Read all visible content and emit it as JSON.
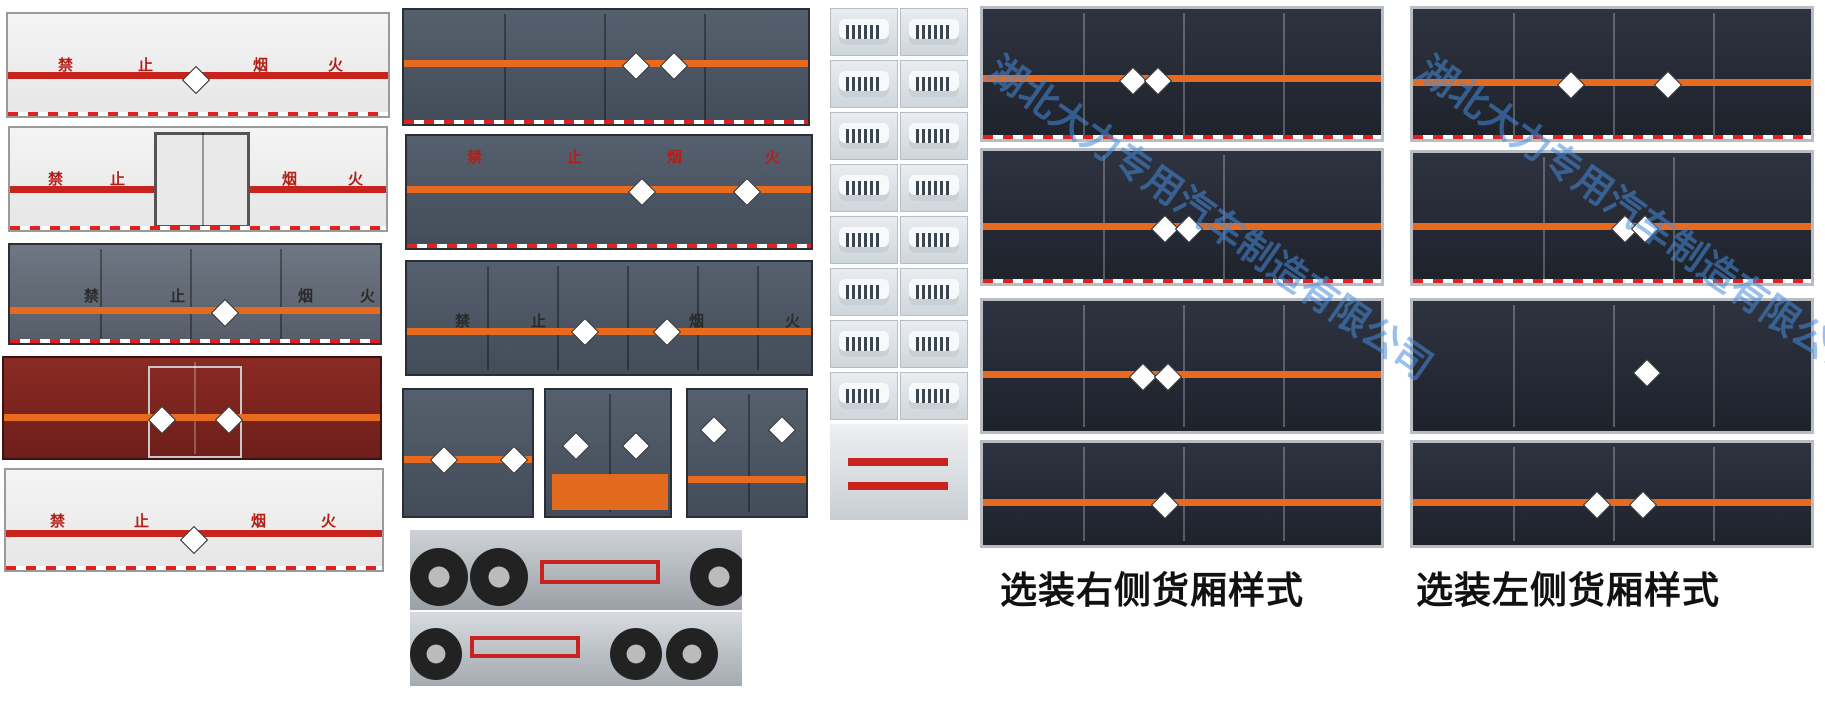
{
  "images": {
    "sign_chars": [
      "禁",
      "止",
      "烟",
      "火"
    ]
  },
  "captions": {
    "right_side": "选装右侧货厢样式",
    "left_side": "选装左侧货厢样式"
  },
  "watermark": "湖北大力专用汽车制造有限公司",
  "colors": {
    "stripe_red": "#c8241e",
    "stripe_orange": "#e86a1e",
    "caption": "#111111"
  }
}
